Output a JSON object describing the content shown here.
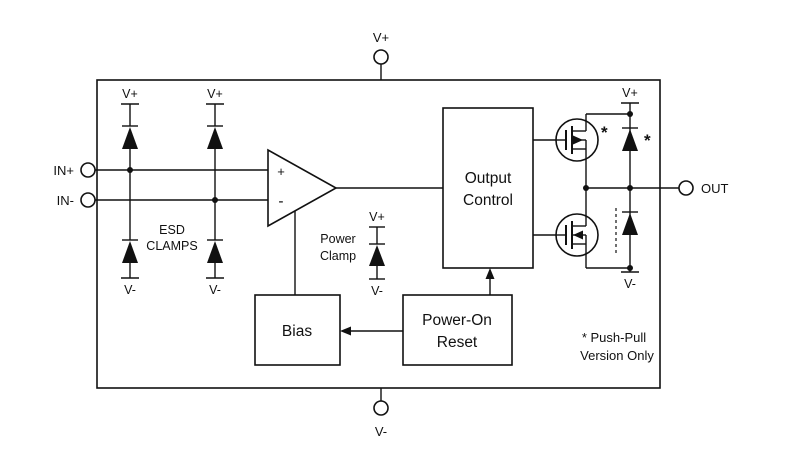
{
  "labels": {
    "v_plus": "V+",
    "v_minus": "V-",
    "in_plus": "IN+",
    "in_minus": "IN-",
    "out": "OUT",
    "asterisk": "*"
  },
  "opamp": {
    "noninverting_input": "+",
    "inverting_input": "-"
  },
  "blocks": {
    "output_control": {
      "line1": "Output",
      "line2": "Control"
    },
    "bias": {
      "label": "Bias"
    },
    "power_on_reset": {
      "line1": "Power-On",
      "line2": "Reset"
    }
  },
  "notes": {
    "esd_clamps": {
      "line1": "ESD",
      "line2": "CLAMPS"
    },
    "power_clamp": {
      "line1": "Power",
      "line2": "Clamp"
    },
    "push_pull": {
      "line1": "* Push-Pull",
      "line2": "Version Only"
    }
  },
  "colors": {
    "line": "#111111",
    "background": "#ffffff"
  }
}
